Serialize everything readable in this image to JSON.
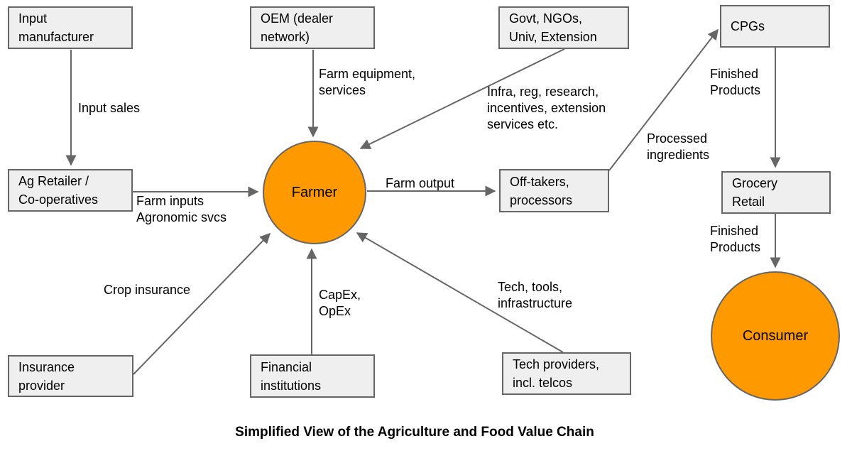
{
  "title": "Simplified View of the Agriculture and Food Value Chain",
  "colors": {
    "node_fill": "#efefef",
    "node_border": "#666666",
    "accent_orange": "#ff9900",
    "line": "#666666",
    "text": "#000000"
  },
  "nodes": [
    {
      "id": "input-manufacturer",
      "label": "Input\nmanufacturer"
    },
    {
      "id": "oem-dealer-network",
      "label": "OEM (dealer\nnetwork)"
    },
    {
      "id": "govt-ngos",
      "label": "Govt, NGOs,\nUniv, Extension"
    },
    {
      "id": "cpgs",
      "label": "CPGs"
    },
    {
      "id": "ag-retailer",
      "label": "Ag Retailer /\nCo-operatives"
    },
    {
      "id": "farmer",
      "label": "Farmer"
    },
    {
      "id": "off-takers",
      "label": "Off-takers,\nprocessors"
    },
    {
      "id": "grocery-retail",
      "label": "Grocery\nRetail"
    },
    {
      "id": "insurance-provider",
      "label": "Insurance\nprovider"
    },
    {
      "id": "financial-institutions",
      "label": "Financial\ninstitutions"
    },
    {
      "id": "tech-providers",
      "label": "Tech providers,\nincl. telcos"
    },
    {
      "id": "consumer",
      "label": "Consumer"
    }
  ],
  "edge_labels": [
    {
      "id": "input-sales",
      "label": "Input sales"
    },
    {
      "id": "farm-equipment-services",
      "label": "Farm equipment,\nservices"
    },
    {
      "id": "infra-reg-research",
      "label": "Infra, reg, research,\nincentives, extension\nservices etc."
    },
    {
      "id": "finished-products-top",
      "label": "Finished\nProducts"
    },
    {
      "id": "processed-ingredients",
      "label": "Processed\ningredients"
    },
    {
      "id": "farm-inputs-agronomic-svcs",
      "label": "Farm inputs\nAgronomic svcs"
    },
    {
      "id": "farm-output",
      "label": "Farm output"
    },
    {
      "id": "crop-insurance",
      "label": "Crop insurance"
    },
    {
      "id": "capex-opex",
      "label": "CapEx,\nOpEx"
    },
    {
      "id": "tech-tools-infrastructure",
      "label": "Tech, tools,\ninfrastructure"
    },
    {
      "id": "finished-products-bottom",
      "label": "Finished\nProducts"
    }
  ]
}
